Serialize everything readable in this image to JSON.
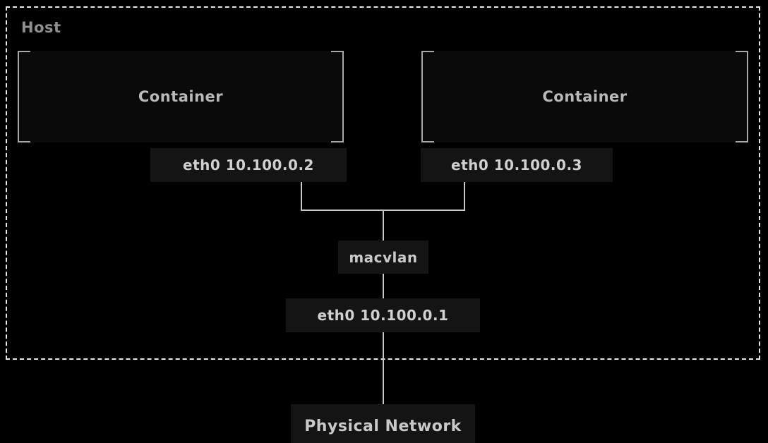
{
  "host": {
    "label": "Host"
  },
  "containers": [
    {
      "name": "Container",
      "interface": "eth0 10.100.0.2"
    },
    {
      "name": "Container",
      "interface": "eth0 10.100.0.3"
    }
  ],
  "macvlan": {
    "label": "macvlan"
  },
  "host_interface": {
    "label": "eth0 10.100.0.1"
  },
  "physical_network": {
    "label": "Physical Network"
  },
  "colors": {
    "background": "#000000",
    "container_fill": "#0a0a0a",
    "chip_fill": "#141414",
    "bracket": "#a8a8a8",
    "line": "#c9c9c9",
    "dashed_border": "#e6e6e6",
    "host_text": "#8f8f8f",
    "container_text": "#b9b9b9",
    "chip_text": "#d0d0d0"
  }
}
